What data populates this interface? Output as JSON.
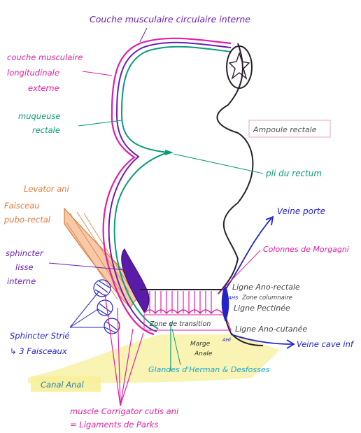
{
  "diagram": {
    "title_top": "Couche musculaire circulaire interne",
    "left_labels": {
      "longitudinal_1": "couche musculaire",
      "longitudinal_2": "longitudinale",
      "longitudinal_3": "externe",
      "mucosa_1": "muqueuse",
      "mucosa_2": "rectale",
      "levator_1": "Levator ani",
      "levator_2": "Faisceau",
      "levator_3": "pubo-rectal",
      "smooth_1": "sphincter",
      "smooth_2": "lisse",
      "smooth_3": "interne",
      "striated_1": "Sphincter Strié",
      "striated_2": "↳ 3 Faisceaux",
      "canal": "Canal Anal"
    },
    "right_labels": {
      "ampoule": "Ampoule rectale",
      "fold": "pli du rectum",
      "portal": "Veine porte",
      "columns": "Colonnes de Morgagni",
      "anorectal": "Ligne Ano-rectale",
      "ahs_top": "AHS",
      "columnar": "Zone columnaire",
      "pectinate": "Ligne Pectinée",
      "anocutaneous": "Ligne Ano-cutanée",
      "ahs_bottom": "AHi",
      "vena_cava": "Veine cave inf"
    },
    "bottom_labels": {
      "transition": "Zone de transition",
      "margin_1": "Marge",
      "margin_2": "Anale",
      "glands": "Glandes d'Herman & Desfosses",
      "corrugator_1": "muscle Corrigator cutis ani",
      "corrugator_2": "= Ligaments de Parks"
    }
  },
  "colors": {
    "purple": "#6a1fb0",
    "pink": "#e21ea6",
    "teal": "#0b9c78",
    "blue": "#2323c8",
    "orange": "#e07a3a",
    "yellow": "#f7f09a",
    "dark": "#2a1f2d"
  }
}
